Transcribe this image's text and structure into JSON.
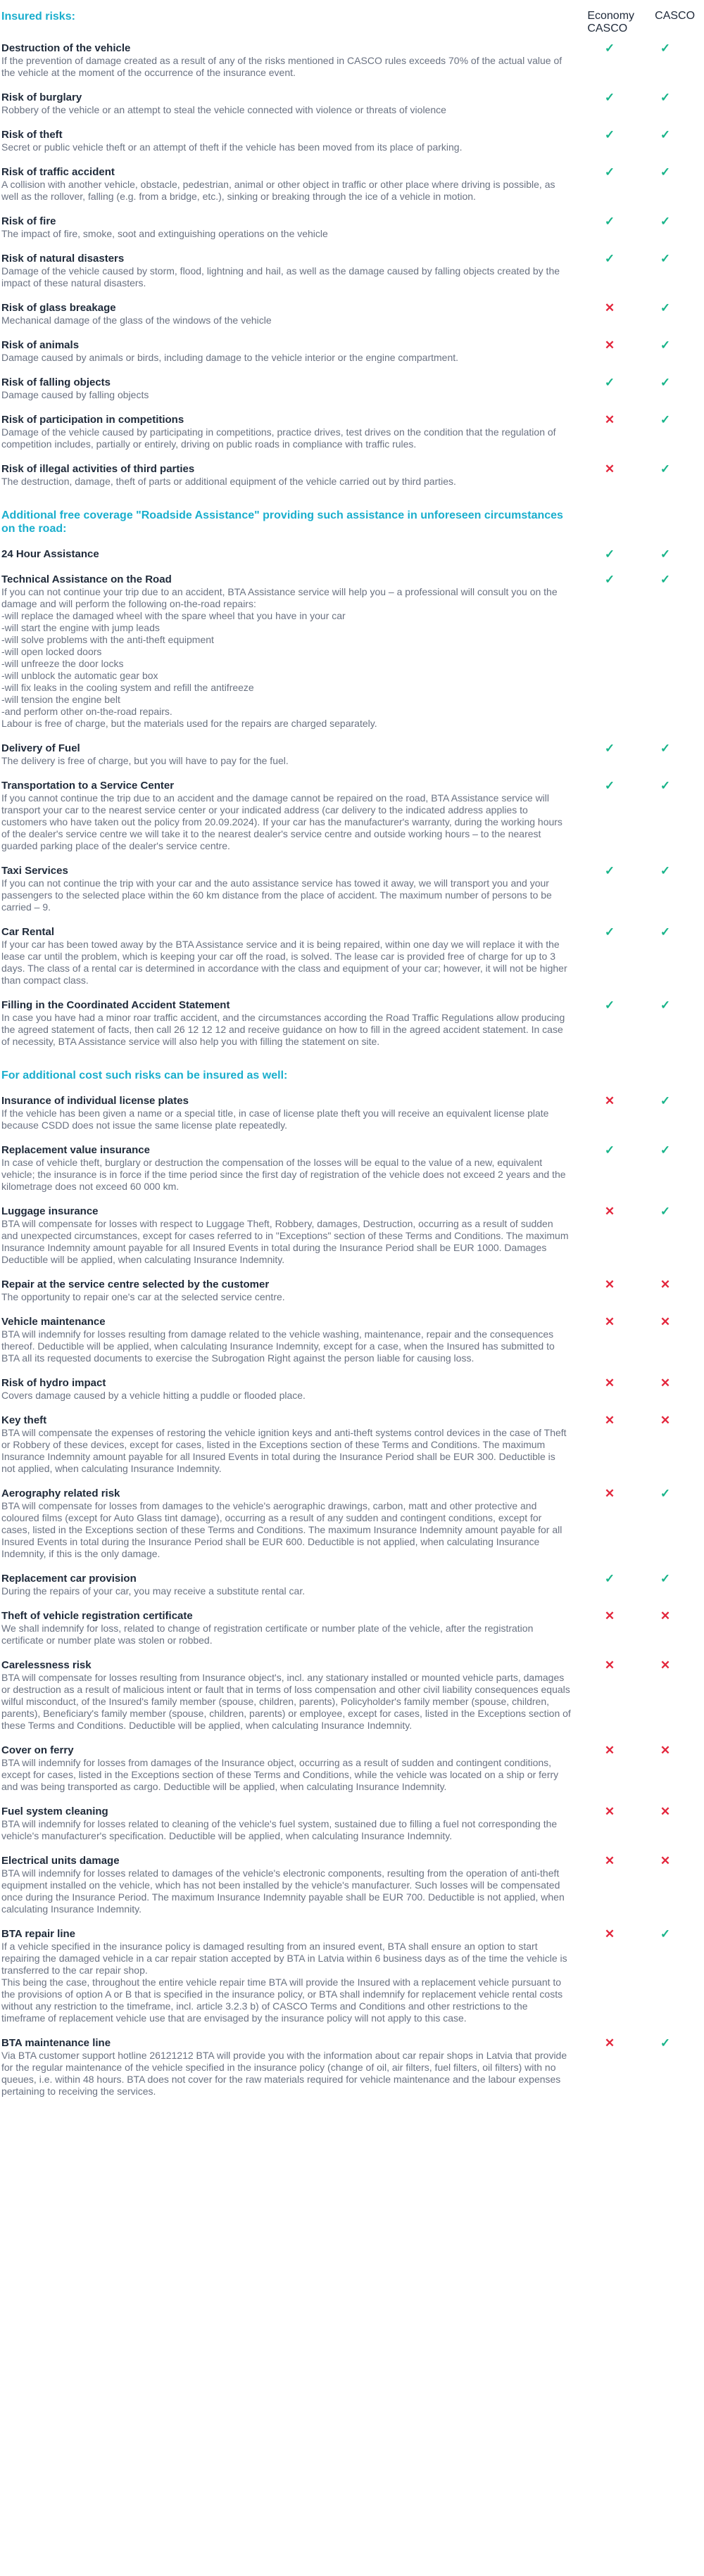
{
  "header": {
    "section_title": "Insured risks:",
    "col1": "Economy\nCASCO",
    "col2": "CASCO"
  },
  "icons": {
    "yes": "check-icon",
    "no": "cross-icon"
  },
  "colors": {
    "accent": "#1aaecd",
    "yes": "#17b489",
    "no": "#e3263c"
  },
  "sections": [
    {
      "title": "",
      "rows": [
        {
          "title": "Destruction of the vehicle",
          "desc": "If the prevention of damage created as a result of any of the risks mentioned in CASCO rules exceeds 70% of the actual value of the vehicle at the moment of the occurrence of the insurance event.",
          "c1": true,
          "c2": true
        },
        {
          "title": "Risk of burglary",
          "desc": "Robbery of the vehicle or an attempt to steal the vehicle connected with violence or threats of violence",
          "c1": true,
          "c2": true
        },
        {
          "title": "Risk of theft",
          "desc": "Secret or public vehicle theft or an attempt of theft if the vehicle has been moved from its place of parking.",
          "c1": true,
          "c2": true
        },
        {
          "title": "Risk of traffic accident",
          "desc": "A collision with another vehicle, obstacle, pedestrian, animal or other object in traffic or other place where driving is possible, as well as the rollover, falling (e.g. from a bridge, etc.), sinking or breaking through the ice of a vehicle in motion.",
          "c1": true,
          "c2": true
        },
        {
          "title": "Risk of fire",
          "desc": "The impact of fire, smoke, soot and extinguishing operations on the vehicle",
          "c1": true,
          "c2": true
        },
        {
          "title": "Risk of natural disasters",
          "desc": "Damage of the vehicle caused by storm, flood, lightning and hail, as well as the damage caused by falling objects created by the impact of these natural disasters.",
          "c1": true,
          "c2": true
        },
        {
          "title": "Risk of glass breakage",
          "desc": "Mechanical damage of the glass of the windows of the vehicle",
          "c1": false,
          "c2": true
        },
        {
          "title": "Risk of animals",
          "desc": "Damage caused by animals or birds, including damage to the vehicle interior or the engine compartment.",
          "c1": false,
          "c2": true
        },
        {
          "title": "Risk of falling objects",
          "desc": "Damage caused by falling objects",
          "c1": true,
          "c2": true
        },
        {
          "title": "Risk of participation in competitions",
          "desc": "Damage of the vehicle caused by participating in competitions, practice drives, test drives on the condition that the regulation of competition includes, partially or entirely, driving on public roads in compliance with traffic rules.",
          "c1": false,
          "c2": true
        },
        {
          "title": "Risk of illegal activities of third parties",
          "desc": "The destruction, damage, theft of parts or additional equipment of the vehicle carried out by third parties.",
          "c1": false,
          "c2": true
        }
      ]
    },
    {
      "title": "Additional free coverage \"Roadside Assistance\" providing such assistance in unforeseen circumstances on the road:",
      "rows": [
        {
          "title": "24 Hour Assistance",
          "desc": "",
          "c1": true,
          "c2": true
        },
        {
          "title": "Technical Assistance on the Road",
          "desc": "If you can not continue your trip due to an accident, BTA Assistance service will help you – a professional will consult you on the damage and will perform the following on-the-road repairs:\n-will replace the damaged wheel with the spare wheel that you have in your car\n-will start the engine with jump leads\n-will solve problems with the anti-theft equipment\n-will open locked doors\n-will unfreeze the door locks\n-will unblock the automatic gear box\n-will fix leaks in the cooling system and refill the antifreeze\n-will tension the engine belt\n-and perform other on-the-road repairs.\nLabour is free of charge, but the materials used for the repairs are charged separately.",
          "c1": true,
          "c2": true
        },
        {
          "title": "Delivery of Fuel",
          "desc": "The delivery is free of charge, but you will have to pay for the fuel.",
          "c1": true,
          "c2": true
        },
        {
          "title": "Transportation to a Service Center",
          "desc": "If you cannot continue the trip due to an accident and the damage cannot be repaired on the road, BTA Assistance service will transport your car to the nearest service center or your indicated address (car delivery to the indicated address applies to customers who have taken out the policy from 20.09.2024). If your car has the manufacturer's warranty, during the working hours of the dealer's service centre we will take it to the nearest dealer's service centre and outside working hours – to the nearest guarded parking place of the dealer's service centre.",
          "c1": true,
          "c2": true
        },
        {
          "title": "Taxi Services",
          "desc": "If you can not continue the trip with your car and the auto assistance service has towed it away, we will transport you and your passengers to the selected place within the 60 km distance from the place of accident.  The maximum number of persons to be carried – 9.",
          "c1": true,
          "c2": true
        },
        {
          "title": "Car Rental",
          "desc": "If your car has been towed away by the BTA Assistance service and it is being repaired, within one day we will replace it with the lease car until the problem, which is keeping your car off the road, is solved. The lease car is provided free of charge for up to 3 days. The class of a rental car is determined in accordance with the class and equipment of your car; however, it will not be higher than compact class.",
          "c1": true,
          "c2": true
        },
        {
          "title": "Filling in the Coordinated Accident Statement",
          "desc": "In case you have had a minor roar traffic accident, and the circumstances according the Road Traffic Regulations allow producing the agreed statement of facts, then call 26 12 12 12 and receive guidance on how to fill in the agreed accident statement. In case of necessity, BTA Assistance service will also help you with filling the statement on site.",
          "c1": true,
          "c2": true
        }
      ]
    },
    {
      "title": "For additional cost such risks can be insured as well:",
      "rows": [
        {
          "title": "Insurance of individual license plates",
          "desc": "If the vehicle has been given a name or a special title, in case of license plate theft you will receive an equivalent license plate because CSDD does not issue the same license plate repeatedly.",
          "c1": false,
          "c2": true
        },
        {
          "title": "Replacement value insurance",
          "desc": "In case of vehicle theft, burglary or destruction the compensation of the losses will be equal to the value of a new, equivalent vehicle; the insurance is in force if the time period since the first day of registration of the vehicle does not exceed 2 years and the kilometrage does not exceed 60 000 km.",
          "c1": true,
          "c2": true
        },
        {
          "title": "Luggage insurance",
          "desc": "BTA will compensate for losses with respect to Luggage Theft, Robbery, damages, Destruction, occurring as a result of sudden and unexpected circumstances, except for cases referred to in \"Exceptions\" section of these Terms and Conditions. The maximum Insurance Indemnity amount payable for all Insured Events in total during the Insurance Period shall be EUR 1000. Damages Deductible will be applied, when calculating Insurance Indemnity.",
          "c1": false,
          "c2": true
        },
        {
          "title": "Repair at the service centre selected by the customer",
          "desc": "The opportunity to repair one's car at the selected service centre.",
          "c1": false,
          "c2": false
        },
        {
          "title": "Vehicle maintenance",
          "desc": "BTA will indemnify for losses resulting from damage related to the vehicle washing, maintenance, repair and the consequences thereof. Deductible will be applied, when calculating Insurance Indemnity, except for a case, when the Insured has submitted to BTA all its requested documents to exercise the Subrogation Right against the person liable for causing loss.",
          "c1": false,
          "c2": false
        },
        {
          "title": "Risk of hydro impact",
          "desc": "Covers damage caused by a vehicle hitting a puddle or flooded place.",
          "c1": false,
          "c2": false
        },
        {
          "title": "Key theft",
          "desc": "BTA will compensate the expenses of restoring the vehicle ignition keys and anti-theft systems control devices in the case of Theft or Robbery of these devices, except for cases, listed in the Exceptions section of these Terms and Conditions. The maximum Insurance Indemnity amount payable for all Insured Events in total during the Insurance Period shall be EUR 300. Deductible is not applied, when calculating Insurance Indemnity.",
          "c1": false,
          "c2": false
        },
        {
          "title": "Aerography related risk",
          "desc": "BTA will compensate for losses from damages to the vehicle's aerographic drawings, carbon, matt and other protective and coloured films (except for Auto Glass tint damage), occurring as a result of any sudden and contingent conditions, except for cases, listed in the Exceptions section of these Terms and Conditions. The maximum Insurance Indemnity amount payable for all Insured Events in total during the Insurance Period shall be EUR 600. Deductible is not applied, when calculating Insurance Indemnity, if this is the only damage.",
          "c1": false,
          "c2": true
        },
        {
          "title": "Replacement car provision",
          "desc": "During the repairs of your car, you may receive a substitute rental car.",
          "c1": true,
          "c2": true
        },
        {
          "title": "Theft of vehicle registration certificate",
          "desc": "We shall indemnify for loss, related to change of registration certificate or number plate of the vehicle, after the registration certificate or number plate was stolen or robbed.",
          "c1": false,
          "c2": false
        },
        {
          "title": "Carelessness risk",
          "desc": "BTA will compensate for losses resulting from Insurance object's, incl. any stationary installed or mounted vehicle parts, damages or destruction as a result of malicious intent or fault that in terms of loss compensation and other civil liability consequences equals wilful misconduct, of the Insured's family member (spouse, children, parents), Policyholder's family member (spouse, children, parents), Beneficiary's family member (spouse, children, parents) or employee, except for cases, listed in the Exceptions section of these Terms and Conditions. Deductible will be applied, when calculating Insurance Indemnity.",
          "c1": false,
          "c2": false
        },
        {
          "title": "Cover on ferry",
          "desc": "BTA will indemnify for losses from damages of the Insurance object, occurring as a result of sudden and contingent conditions, except for cases, listed in the Exceptions section of these Terms and Conditions, while the vehicle was located on a ship or ferry and was being transported as cargo. Deductible will be applied, when calculating Insurance Indemnity.",
          "c1": false,
          "c2": false
        },
        {
          "title": "Fuel system cleaning",
          "desc": "BTA will indemnify for losses related to cleaning of the vehicle's fuel system, sustained due to filling a fuel not corresponding the vehicle's manufacturer's specification. Deductible will be applied, when calculating Insurance Indemnity.",
          "c1": false,
          "c2": false
        },
        {
          "title": "Electrical units damage",
          "desc": "BTA will indemnify for losses related to damages of the vehicle's electronic components, resulting from the operation of anti-theft equipment installed on the vehicle, which has not been installed by the vehicle's manufacturer. Such losses will be compensated once during the Insurance Period. The maximum Insurance Indemnity payable shall be EUR 700. Deductible is not applied, when calculating Insurance Indemnity.",
          "c1": false,
          "c2": false
        },
        {
          "title": "BTA repair line",
          "desc": "If a vehicle specified in the insurance policy is damaged resulting from an insured event, BTA shall ensure an option to start repairing the damaged vehicle in a car repair station accepted by BTA in Latvia within 6 business days as of the time the vehicle is transferred to the car repair shop.\nThis being the case, throughout the entire vehicle repair time BTA will provide the Insured with a replacement vehicle pursuant to the provisions of option A or B that is specified in the insurance policy, or BTA shall indemnify for replacement vehicle rental costs without any restriction to the timeframe, incl. article 3.2.3 b) of CASCO Terms and Conditions and other restrictions to the timeframe of replacement vehicle use that are envisaged by the insurance policy will not apply to this case.",
          "c1": false,
          "c2": true
        },
        {
          "title": "BTA maintenance line",
          "desc": "Via BTA customer support hotline 26121212 BTA will provide you with the information about car repair shops in Latvia that provide for the regular maintenance of the vehicle specified in the insurance policy (change of oil, air filters, fuel filters, oil filters) with no queues, i.e. within 48 hours. BTA does not cover for the raw materials required for vehicle maintenance and the labour expenses pertaining to receiving the services.",
          "c1": false,
          "c2": true
        }
      ]
    }
  ]
}
